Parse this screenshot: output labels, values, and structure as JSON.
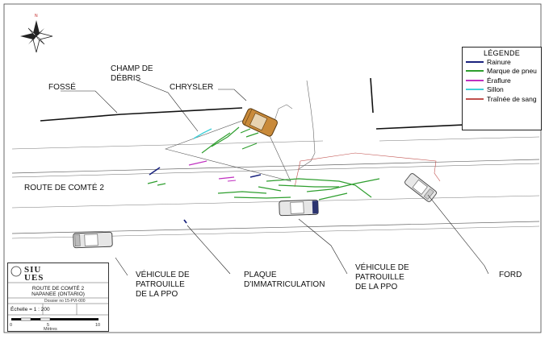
{
  "compass": {
    "north_label": "N",
    "icon": "compass-rose-icon"
  },
  "labels": {
    "fosse": "FOSSÉ",
    "champ_debris": "CHAMP DE\nDÉBRIS",
    "chrysler": "CHRYSLER",
    "route": "ROUTE DE COMTÉ 2",
    "vehicule_ppo_left": "VÉHICULE DE\nPATROUILLE\nDE LA PPO",
    "plaque": "PLAQUE\nD'IMMATRICULATION",
    "vehicule_ppo_right": "VÉHICULE DE\nPATROUILLE\nDE LA PPO",
    "ford": "FORD"
  },
  "legend": {
    "title": "LÉGENDE",
    "items": [
      {
        "label": "Rainure",
        "color": "#1a237e"
      },
      {
        "label": "Marque de pneu",
        "color": "#2e9e2e"
      },
      {
        "label": "Éraflure",
        "color": "#c030c0"
      },
      {
        "label": "Sillon",
        "color": "#40d0d8"
      },
      {
        "label": "Traînée de sang",
        "color": "#c0504d"
      }
    ]
  },
  "title_block": {
    "logo_top": "SIU",
    "logo_bottom": "UES",
    "location_line1": "ROUTE DE COMTÉ 2",
    "location_line2": "NAPANEE (ONTARIO)",
    "dossier": "Dossier no 15-PVI-000",
    "scale_label": "Échelle = 1 : 200",
    "scale_ticks": [
      "0",
      "5",
      "10"
    ],
    "scale_unit": "Mètres"
  }
}
